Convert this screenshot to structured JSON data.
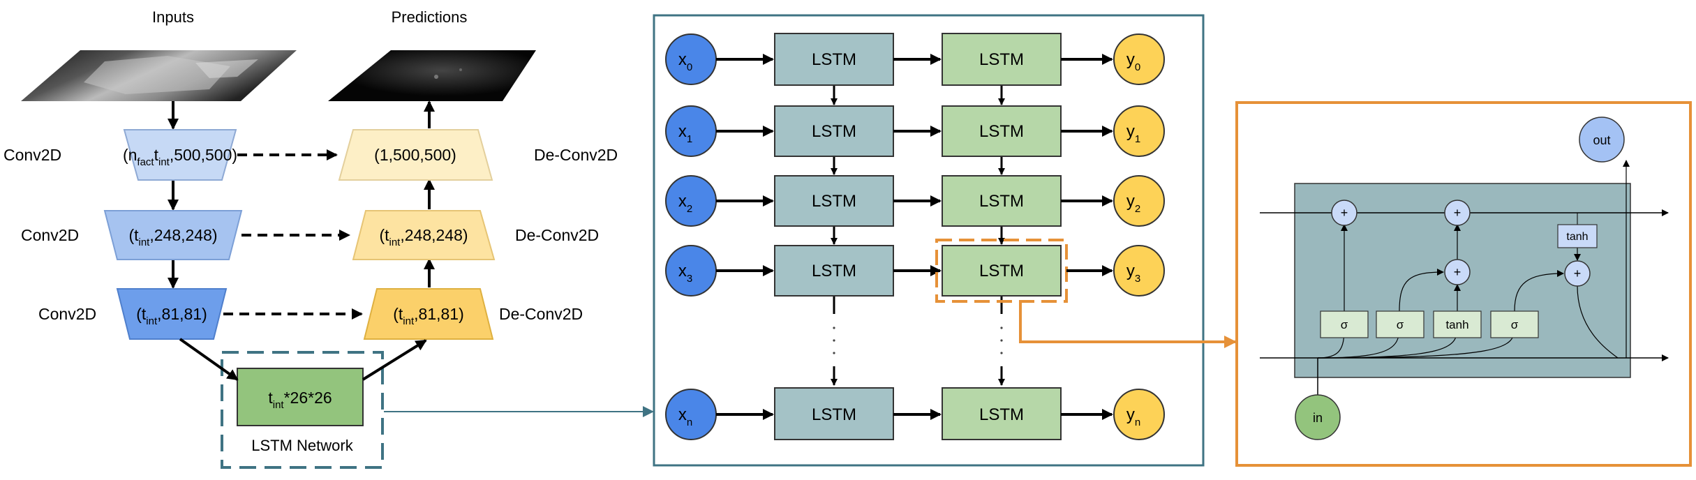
{
  "left": {
    "inputs_title": "Inputs",
    "predictions_title": "Predictions",
    "enc": [
      {
        "label": "Conv2D",
        "shape_pre": "(n",
        "shape_sub1": "fact",
        "shape_mid": "t",
        "shape_sub2": "int",
        "shape_post": ",500,500)"
      },
      {
        "label": "Conv2D",
        "shape_pre": "(t",
        "shape_sub": "int",
        "shape_post": ",248,248)"
      },
      {
        "label": "Conv2D",
        "shape_pre": "(t",
        "shape_sub": "int",
        "shape_post": ",81,81)"
      }
    ],
    "dec": [
      {
        "label": "De-Conv2D",
        "shape": "(1,500,500)"
      },
      {
        "label": "De-Conv2D",
        "shape_pre": "(t",
        "shape_sub": "int",
        "shape_post": ",248,248)"
      },
      {
        "label": "De-Conv2D",
        "shape_pre": "(t",
        "shape_sub": "int",
        "shape_post": ",81,81)"
      }
    ],
    "lstm_box": {
      "pre": "t",
      "sub": "int",
      "post": "*26*26"
    },
    "lstm_network_label": "LSTM Network"
  },
  "middle": {
    "rows": [
      {
        "x": "x",
        "x_sub": "0",
        "y": "y",
        "y_sub": "0"
      },
      {
        "x": "x",
        "x_sub": "1",
        "y": "y",
        "y_sub": "1"
      },
      {
        "x": "x",
        "x_sub": "2",
        "y": "y",
        "y_sub": "2"
      },
      {
        "x": "x",
        "x_sub": "3",
        "y": "y",
        "y_sub": "3"
      },
      {
        "x": "x",
        "x_sub": "n",
        "y": "y",
        "y_sub": "n"
      }
    ],
    "cell_label": "LSTM"
  },
  "right": {
    "gates": [
      "σ",
      "σ",
      "tanh",
      "σ"
    ],
    "tanh_label": "tanh",
    "plus": "+",
    "in_label": "in",
    "out_label": "out"
  },
  "colors": {
    "enc1": "#c6d9f5",
    "enc2": "#a6c3f0",
    "enc3": "#6d9eeb",
    "dec1": "#fdefc6",
    "dec2": "#fde3a1",
    "dec3": "#fbd06a",
    "lstm_green": "#93c47d",
    "mid_border": "#3f7383",
    "lstm_teal": "#a4c2c6",
    "lstm_light_green": "#b6d7a8",
    "x_blue": "#4a86e8",
    "y_yellow": "#fdd257",
    "orange": "#e69138",
    "cell_bg": "#9ab8bd",
    "gate_box": "#d9ead3",
    "node_blue": "#c9daf8",
    "out_blue": "#a4c2f4",
    "in_green": "#93c47d"
  }
}
